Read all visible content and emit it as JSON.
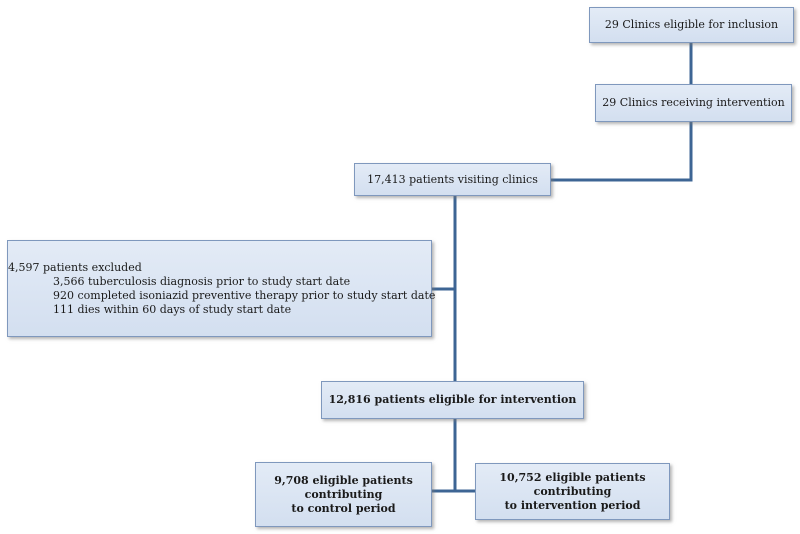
{
  "boxes": {
    "eligible_clinics": "29 Clinics eligible for inclusion",
    "intervention_clinics": "29 Clinics receiving intervention",
    "patients_visiting": "17,413 patients visiting clinics",
    "excluded": {
      "heading": "4,597 patients excluded",
      "reasons": [
        "3,566 tuberculosis diagnosis prior to study start date",
        "920 completed isoniazid preventive therapy prior to study start date",
        "111 dies within 60 days of study start date"
      ]
    },
    "eligible_patients": "12,816 patients eligible for intervention",
    "control": {
      "line1": "9,708 eligible patients contributing",
      "line2": "to control period"
    },
    "intervention": {
      "line1": "10,752 eligible patients contributing",
      "line2": "to intervention period"
    }
  },
  "colors": {
    "connector": "#3d6594",
    "box_fill": "#dbe4f2",
    "box_border": "#7f98bd"
  }
}
